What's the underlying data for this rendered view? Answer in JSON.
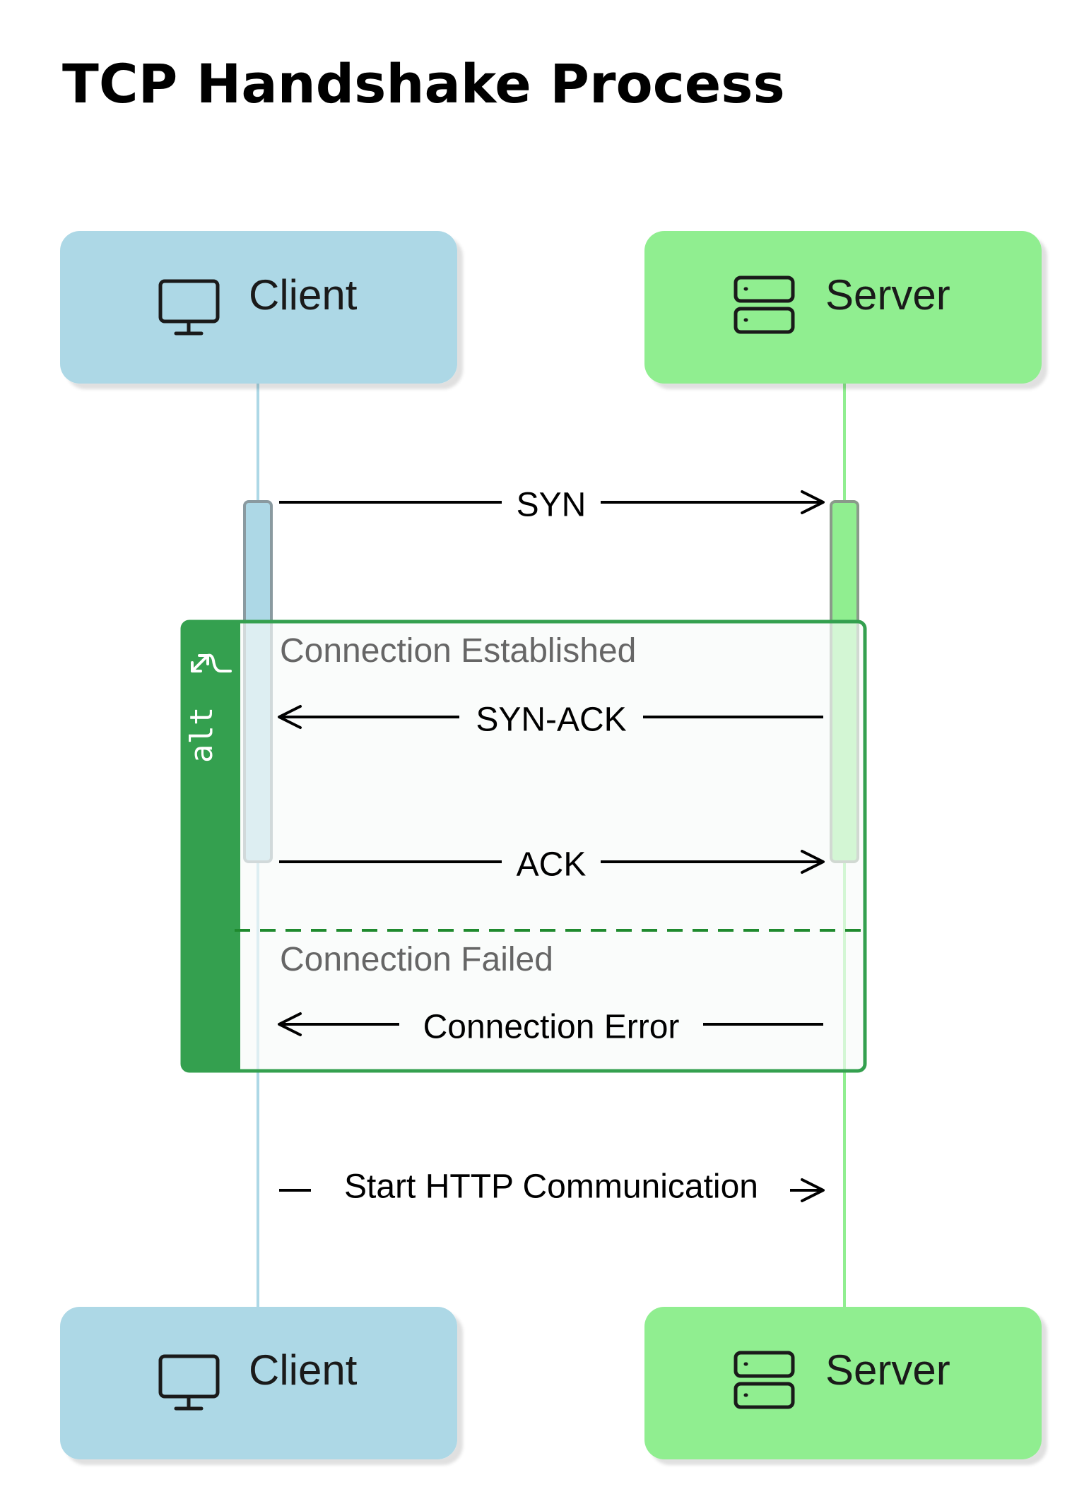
{
  "title": "TCP Handshake Process",
  "participants": {
    "client": {
      "label": "Client",
      "icon": "monitor-icon",
      "fill": "#add8e6",
      "lifeline": "#add8e6"
    },
    "server": {
      "label": "Server",
      "icon": "server-icon",
      "fill": "#90ee90",
      "lifeline": "#90ee90"
    }
  },
  "messages": [
    {
      "label": "SYN",
      "from": "client",
      "to": "server"
    },
    {
      "label": "SYN-ACK",
      "from": "server",
      "to": "client"
    },
    {
      "label": "ACK",
      "from": "client",
      "to": "server"
    },
    {
      "label": "Connection Error",
      "from": "server",
      "to": "client"
    },
    {
      "label": "Start HTTP Communication",
      "from": "client",
      "to": "server"
    }
  ],
  "alt_block": {
    "label": "alt",
    "icon": "branch-icon",
    "color": "#34a04f",
    "sections": [
      "Connection Established",
      "Connection Failed"
    ]
  }
}
